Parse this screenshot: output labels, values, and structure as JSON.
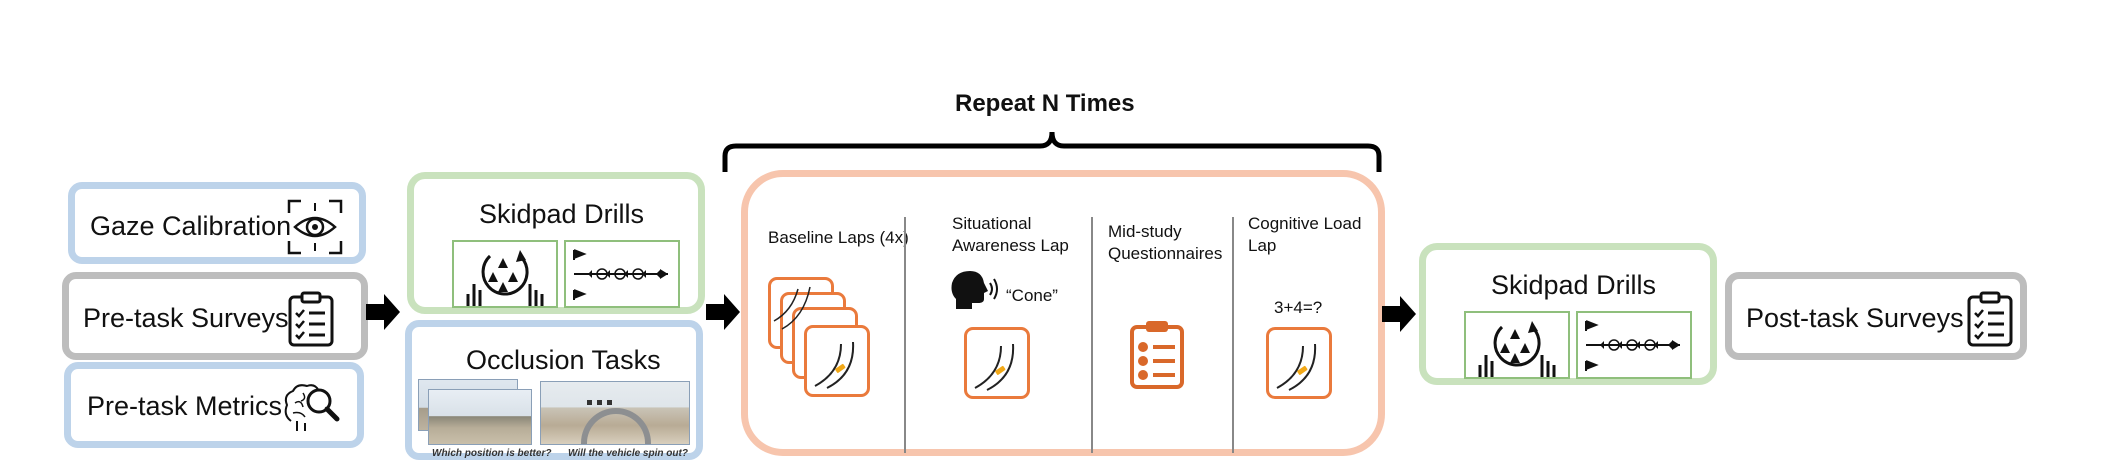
{
  "header": {
    "repeat_label": "Repeat N Times"
  },
  "pre": {
    "gaze_label": "Gaze Calibration",
    "surveys_label": "Pre-task Surveys",
    "metrics_label": "Pre-task Metrics"
  },
  "skidpad_1": {
    "title": "Skidpad Drills"
  },
  "occlusion": {
    "title": "Occlusion Tasks",
    "caption_left": "Which position is better?",
    "caption_right": "Will the vehicle spin out?"
  },
  "loop": {
    "baseline_label": "Baseline Laps (4x)",
    "situational_label_1": "Situational",
    "situational_label_2": "Awareness Lap",
    "cone_speech": "“Cone”",
    "midstudy_label_1": "Mid-study",
    "midstudy_label_2": "Questionnaires",
    "cognitive_label_1": "Cognitive Load",
    "cognitive_label_2": "Lap",
    "math_prompt": "3+4=?"
  },
  "skidpad_2": {
    "title": "Skidpad Drills"
  },
  "post": {
    "surveys_label": "Post-task Surveys"
  },
  "colors": {
    "blue_border": "#bdd3ea",
    "gray_border": "#bdbdbd",
    "green_border": "#c9e2bd",
    "orange_border": "#f7c5ad",
    "lap_card": "#ea7a3c"
  },
  "icons": [
    "eye-target-icon",
    "clipboard-checklist-icon",
    "brain-magnifier-icon",
    "skidpad-circle-icon",
    "slalom-course-icon",
    "head-speaking-icon",
    "race-track-icon",
    "arrow-right-icon"
  ]
}
